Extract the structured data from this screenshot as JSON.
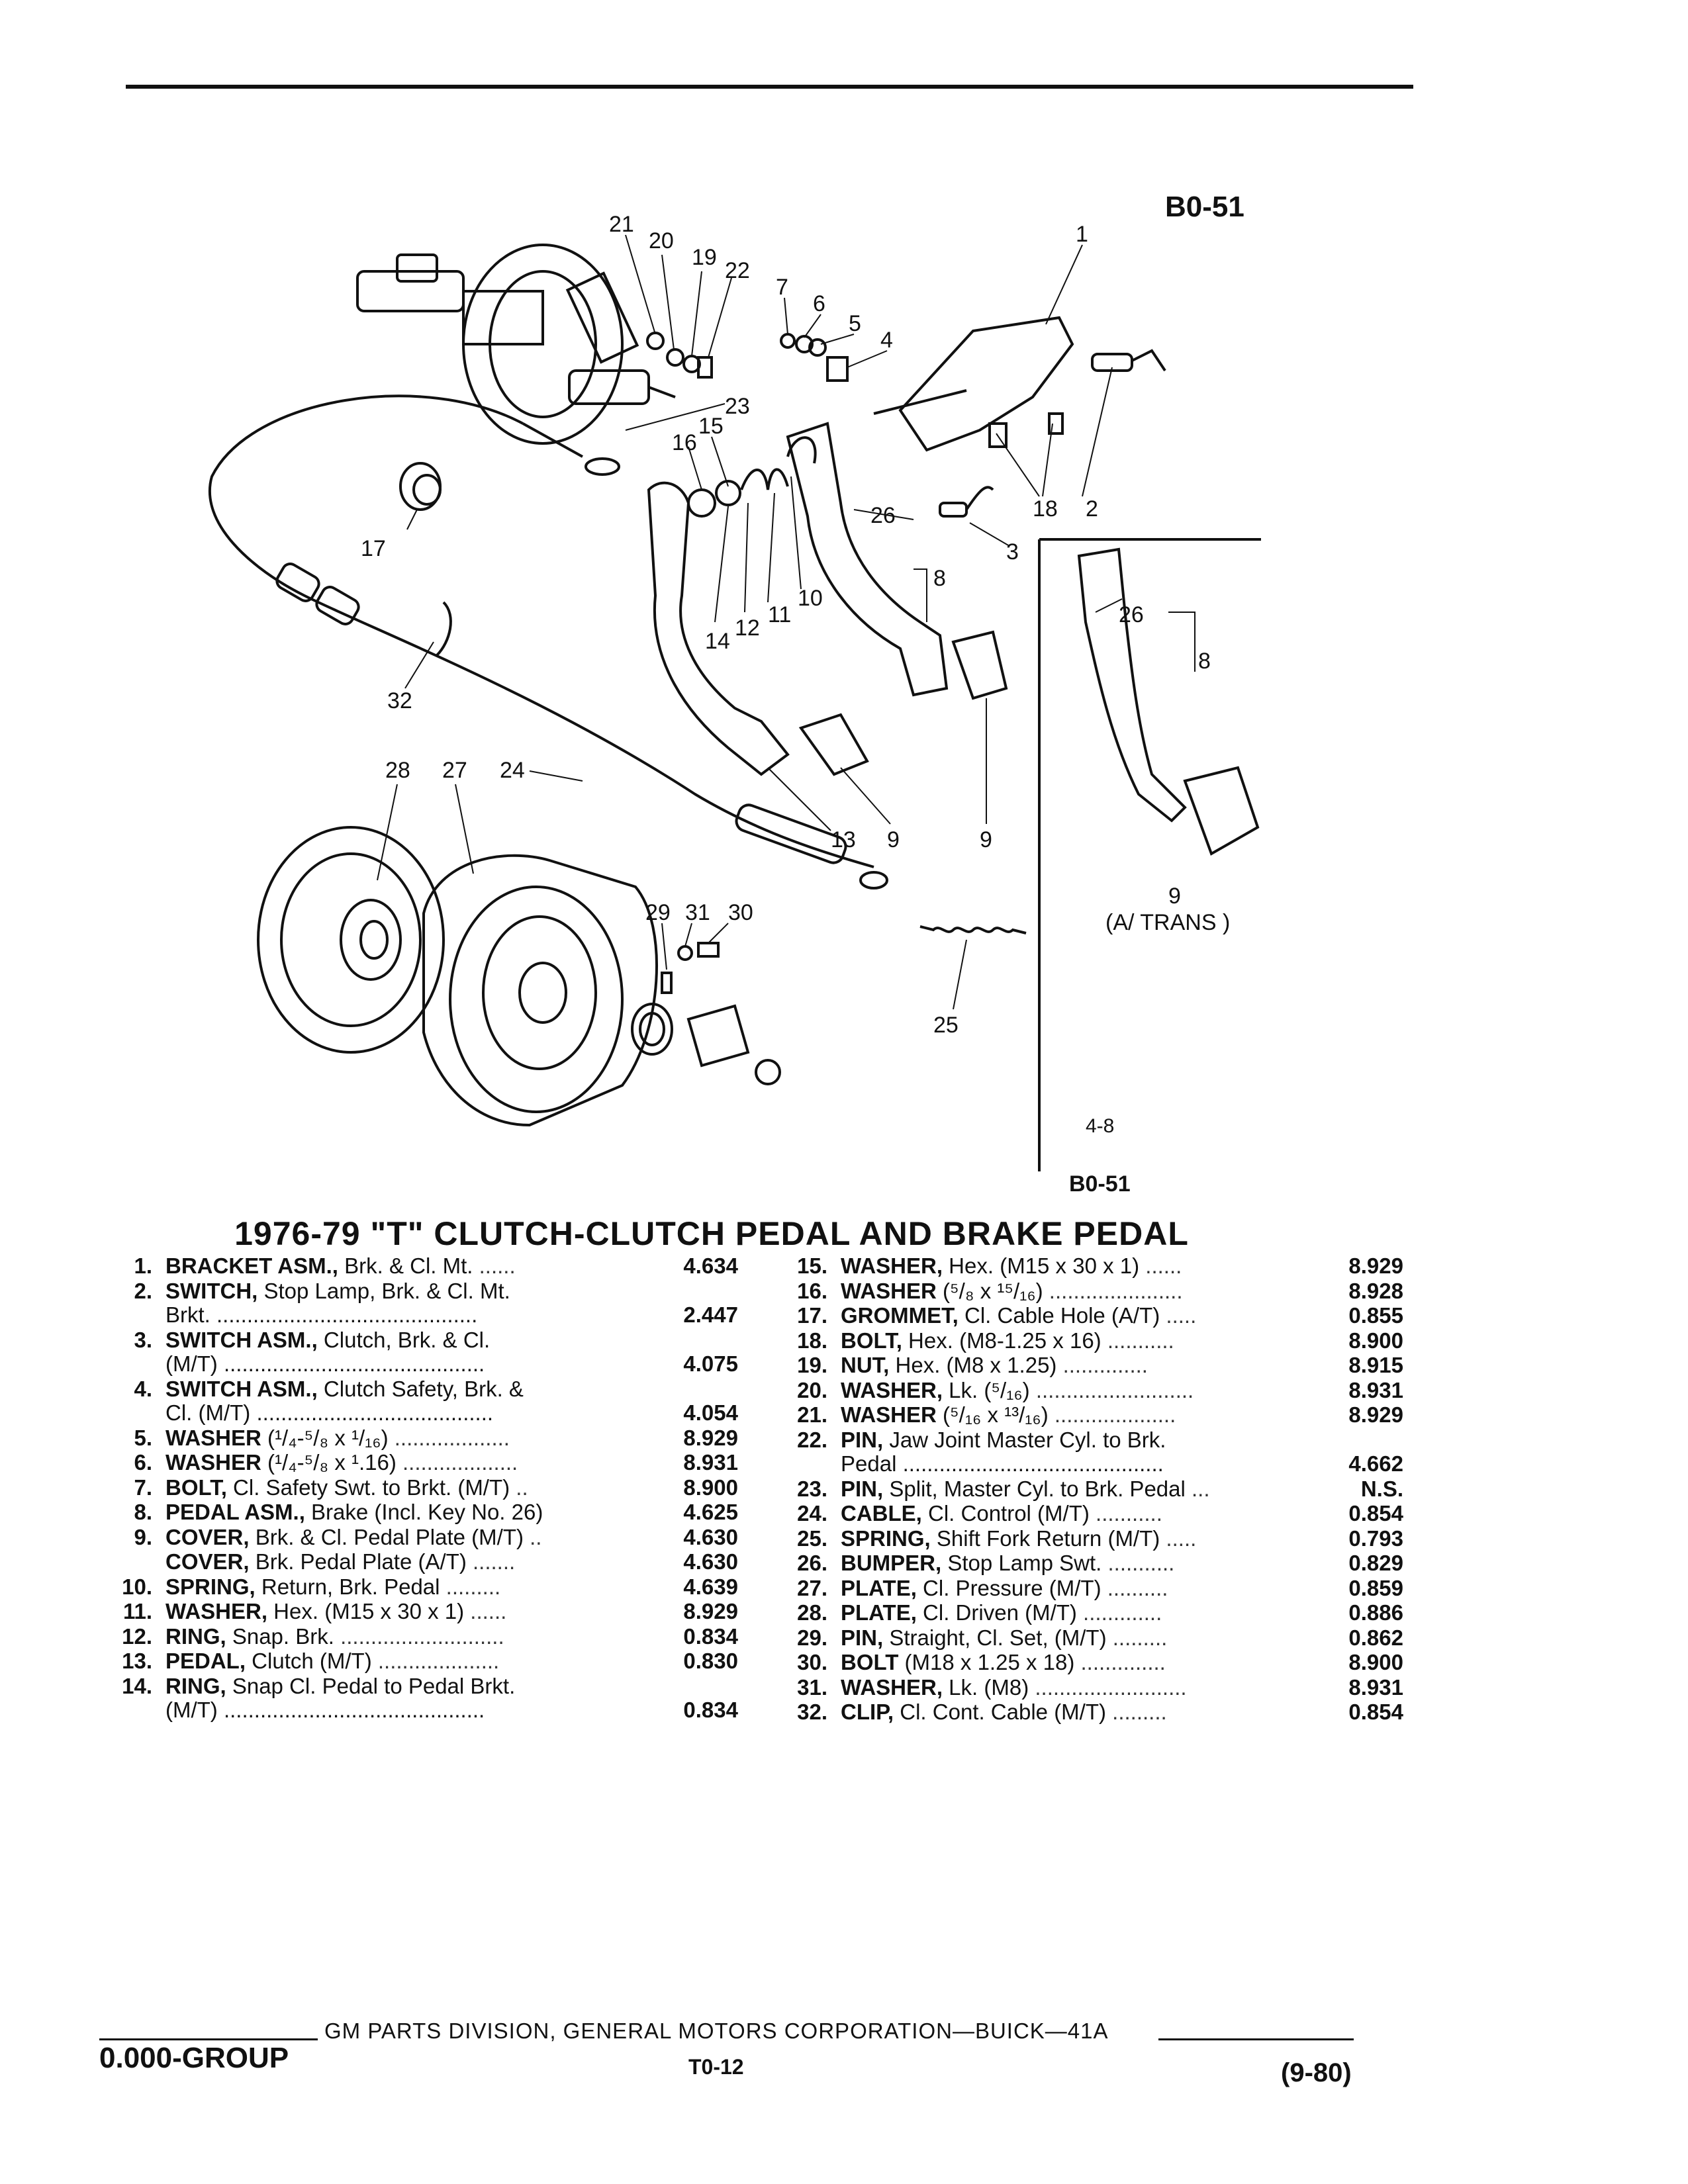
{
  "header": {
    "code_top": "B0-51"
  },
  "diagram": {
    "figure_number": "4-8",
    "code_bottom": "B0-51",
    "at_note": "(A/ TRANS )",
    "callouts": [
      "21",
      "20",
      "19",
      "22",
      "7",
      "6",
      "5",
      "4",
      "1",
      "23",
      "15",
      "16",
      "17",
      "18",
      "2",
      "26",
      "3",
      "8",
      "14",
      "12",
      "11",
      "10",
      "26",
      "8",
      "32",
      "28",
      "27",
      "24",
      "13",
      "9",
      "9",
      "9",
      "29",
      "31",
      "30",
      "25"
    ]
  },
  "title": "1976-79 \"T\" CLUTCH-CLUTCH PEDAL AND BRAKE PEDAL",
  "parts_left": [
    {
      "num": "1.",
      "name": "BRACKET ASM.,",
      "desc": " Brk. & Cl. Mt.",
      "leader": " ......",
      "cont": "",
      "value": "4.634"
    },
    {
      "num": "2.",
      "name": "SWITCH,",
      "desc": " Stop Lamp, Brk. & Cl. Mt.",
      "leader": "",
      "cont": "Brkt. ...........................................",
      "value": "2.447"
    },
    {
      "num": "3.",
      "name": "SWITCH ASM.,",
      "desc": " Clutch, Brk. & Cl.",
      "leader": "",
      "cont": "(M/T) ...........................................",
      "value": "4.075"
    },
    {
      "num": "4.",
      "name": "SWITCH ASM.,",
      "desc": " Clutch Safety, Brk. &",
      "leader": "",
      "cont": "Cl. (M/T) .......................................",
      "value": "4.054"
    },
    {
      "num": "5.",
      "name": "WASHER",
      "desc": " (¹/₄-⁵/₈ x ¹/₁₆)",
      "leader": " ...................",
      "cont": "",
      "value": "8.929"
    },
    {
      "num": "6.",
      "name": "WASHER",
      "desc": " (¹/₄-⁵/₈ x ¹.16)",
      "leader": " ...................",
      "cont": "",
      "value": "8.931"
    },
    {
      "num": "7.",
      "name": "BOLT,",
      "desc": " Cl. Safety Swt. to Brkt. (M/T)",
      "leader": " ..",
      "cont": "",
      "value": "8.900"
    },
    {
      "num": "8.",
      "name": "PEDAL ASM.,",
      "desc": " Brake (Incl. Key No. 26)",
      "leader": "",
      "cont": "",
      "value": "4.625"
    },
    {
      "num": "9.",
      "name": "COVER,",
      "desc": " Brk. & Cl. Pedal Plate (M/T)",
      "leader": " ..",
      "cont": "",
      "value": "4.630"
    },
    {
      "num": "",
      "name": "COVER,",
      "desc": " Brk. Pedal Plate (A/T)",
      "leader": " .......",
      "cont": "",
      "value": "4.630"
    },
    {
      "num": "10.",
      "name": "SPRING,",
      "desc": " Return, Brk. Pedal",
      "leader": " .........",
      "cont": "",
      "value": "4.639"
    },
    {
      "num": "11.",
      "name": "WASHER,",
      "desc": " Hex. (M15 x 30 x 1)",
      "leader": " ......",
      "cont": "",
      "value": "8.929"
    },
    {
      "num": "12.",
      "name": "RING,",
      "desc": " Snap. Brk.",
      "leader": " ...........................",
      "cont": "",
      "value": "0.834"
    },
    {
      "num": "13.",
      "name": "PEDAL,",
      "desc": " Clutch (M/T)",
      "leader": " ....................",
      "cont": "",
      "value": "0.830"
    },
    {
      "num": "14.",
      "name": "RING,",
      "desc": " Snap Cl. Pedal to Pedal Brkt.",
      "leader": "",
      "cont": "(M/T) ...........................................",
      "value": "0.834"
    }
  ],
  "parts_right": [
    {
      "num": "15.",
      "name": "WASHER,",
      "desc": " Hex. (M15 x 30 x 1)",
      "leader": " ......",
      "cont": "",
      "value": "8.929"
    },
    {
      "num": "16.",
      "name": "WASHER",
      "desc": " (⁵/₈ x ¹⁵/₁₆)",
      "leader": " ......................",
      "cont": "",
      "value": "8.928"
    },
    {
      "num": "17.",
      "name": "GROMMET,",
      "desc": " Cl. Cable Hole (A/T)",
      "leader": " .....",
      "cont": "",
      "value": "0.855"
    },
    {
      "num": "18.",
      "name": "BOLT,",
      "desc": " Hex. (M8-1.25 x 16)",
      "leader": " ...........",
      "cont": "",
      "value": "8.900"
    },
    {
      "num": "19.",
      "name": "NUT,",
      "desc": " Hex. (M8 x 1.25)",
      "leader": " ..............",
      "cont": "",
      "value": "8.915"
    },
    {
      "num": "20.",
      "name": "WASHER,",
      "desc": " Lk. (⁵/₁₆)",
      "leader": " ..........................",
      "cont": "",
      "value": "8.931"
    },
    {
      "num": "21.",
      "name": "WASHER",
      "desc": " (⁵/₁₆ x ¹³/₁₆)",
      "leader": " ....................",
      "cont": "",
      "value": "8.929"
    },
    {
      "num": "22.",
      "name": "PIN,",
      "desc": " Jaw Joint Master Cyl. to Brk.",
      "leader": "",
      "cont": "Pedal ...........................................",
      "value": "4.662"
    },
    {
      "num": "23.",
      "name": "PIN,",
      "desc": " Split, Master Cyl. to Brk. Pedal",
      "leader": " ...",
      "cont": "",
      "value": "N.S."
    },
    {
      "num": "24.",
      "name": "CABLE,",
      "desc": " Cl. Control (M/T)",
      "leader": " ...........",
      "cont": "",
      "value": "0.854"
    },
    {
      "num": "25.",
      "name": "SPRING,",
      "desc": " Shift Fork Return (M/T)",
      "leader": " .....",
      "cont": "",
      "value": "0.793"
    },
    {
      "num": "26.",
      "name": "BUMPER,",
      "desc": " Stop Lamp Swt.",
      "leader": " ...........",
      "cont": "",
      "value": "0.829"
    },
    {
      "num": "27.",
      "name": "PLATE,",
      "desc": " Cl. Pressure (M/T)",
      "leader": " ..........",
      "cont": "",
      "value": "0.859"
    },
    {
      "num": "28.",
      "name": "PLATE,",
      "desc": " Cl. Driven (M/T)",
      "leader": " .............",
      "cont": "",
      "value": "0.886"
    },
    {
      "num": "29.",
      "name": "PIN,",
      "desc": " Straight, Cl. Set, (M/T)",
      "leader": " .........",
      "cont": "",
      "value": "0.862"
    },
    {
      "num": "30.",
      "name": "BOLT",
      "desc": " (M18 x 1.25 x 18)",
      "leader": " ..............",
      "cont": "",
      "value": "8.900"
    },
    {
      "num": "31.",
      "name": "WASHER,",
      "desc": " Lk. (M8)",
      "leader": " .........................",
      "cont": "",
      "value": "8.931"
    },
    {
      "num": "32.",
      "name": "CLIP,",
      "desc": " Cl. Cont. Cable (M/T)",
      "leader": " .........",
      "cont": "",
      "value": "0.854"
    }
  ],
  "footer": {
    "publisher": "GM PARTS DIVISION, GENERAL MOTORS CORPORATION—BUICK—41A",
    "group": "0.000-GROUP",
    "page": "T0-12",
    "date": "(9-80)"
  }
}
